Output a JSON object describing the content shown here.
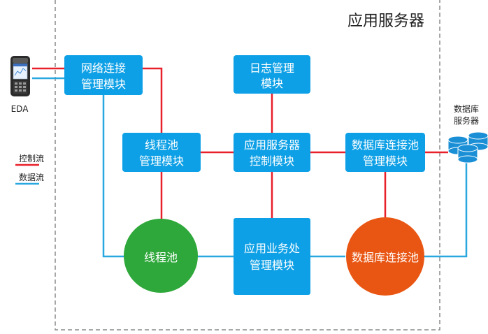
{
  "title": "应用服务器",
  "device": {
    "label": "EDA"
  },
  "database": {
    "label_line1": "数据库",
    "label_line2": "服务器"
  },
  "legend": {
    "control": {
      "label": "控制流",
      "color": "#e8202a"
    },
    "data": {
      "label": "数据流",
      "color": "#29a8e0"
    }
  },
  "nodes": {
    "network": {
      "line1": "网络连接",
      "line2": "管理模块"
    },
    "log": {
      "line1": "日志管理",
      "line2": "模块"
    },
    "thread_mgr": {
      "line1": "线程池",
      "line2": "管理模块"
    },
    "server_ctrl": {
      "line1": "应用服务器",
      "line2": "控制模块"
    },
    "dbpool_mgr": {
      "line1": "数据库连接池",
      "line2": "管理模块"
    },
    "business": {
      "line1": "应用业务处",
      "line2": "管理模块"
    },
    "thread_pool": {
      "label": "线程池"
    },
    "db_pool": {
      "label": "数据库连接池"
    }
  },
  "colors": {
    "box": "#0ea0e6",
    "thread_pool_circle": "#2ea83a",
    "db_pool_circle": "#e95613",
    "frame_border": "#8a8a8a"
  }
}
